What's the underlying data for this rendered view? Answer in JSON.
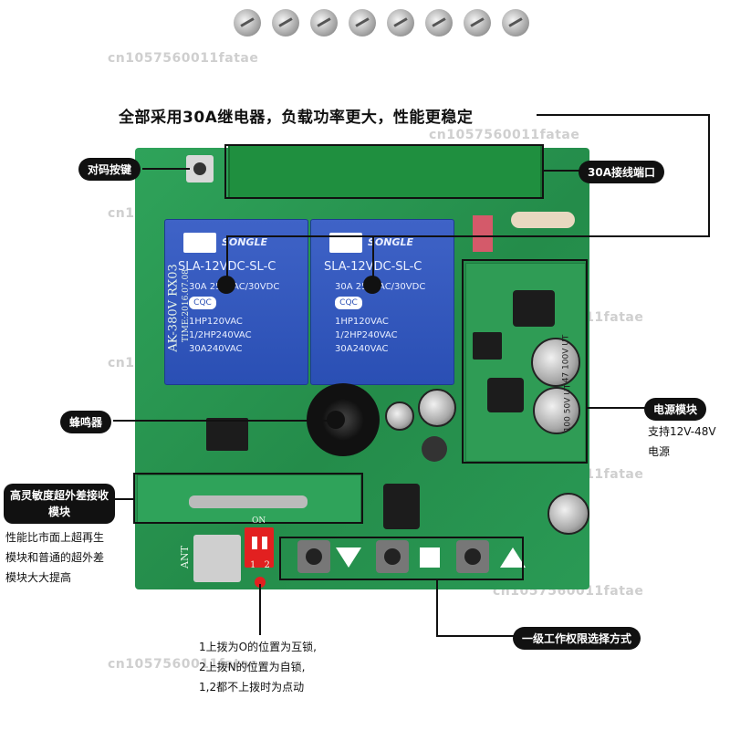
{
  "watermark": "cn1057560011fatae",
  "headline": "全部采用30A继电器，负载功率更大，性能更稳定",
  "labels": {
    "pair_button": "对码按键",
    "terminal": "30A接线端口",
    "buzzer": "蜂鸣器",
    "power_module": "电源模块",
    "receiver": "高灵敏度超外差接收模块",
    "permission": "一级工作权限选择方式"
  },
  "notes": {
    "power_lines": [
      "支持12V-48V",
      "电源"
    ],
    "receiver_lines": [
      "性能比市面上超再生",
      "模块和普通的超外差",
      "模块大大提高"
    ],
    "dip_lines": [
      "1上拨为O的位置为互锁,",
      "2上拨N的位置为自锁,",
      "1,2都不上拨时为点动"
    ]
  },
  "board": {
    "model": "AK-380V RX03",
    "time": "TIME:2016.07.08",
    "ant": "ANT",
    "dip_on": "ON",
    "dip_nums": "1 2"
  },
  "relays": [
    {
      "brand": "SONGLE",
      "model": "SLA-12VDC-SL-C",
      "spec1": "30A 250VAC/30VDC",
      "spec2": "1HP120VAC",
      "spec3": "1/2HP240VAC",
      "spec4": "30A240VAC",
      "cqc": "CQC"
    },
    {
      "brand": "SONGLE",
      "model": "SLA-12VDC-SL-C",
      "spec1": "30A 250VAC/30VDC",
      "spec2": "1HP120VAC",
      "spec3": "1/2HP240VAC",
      "spec4": "30A240VAC",
      "cqc": "CQC"
    }
  ],
  "caps": {
    "cap1": "47 100V UT",
    "cap2": "100 50V UT"
  },
  "colors": {
    "board": "#2a9a55",
    "relay": "#2f55bb",
    "callout": "#111111",
    "dip": "#e22020"
  }
}
